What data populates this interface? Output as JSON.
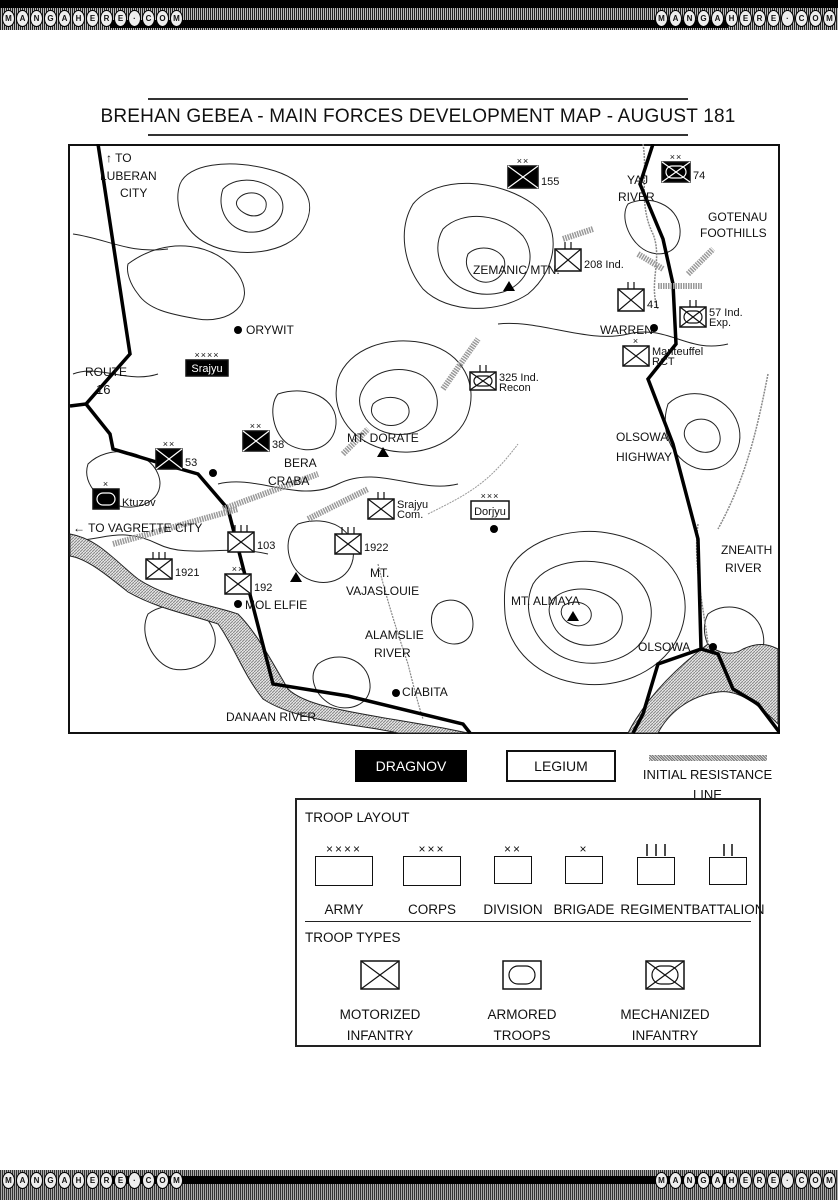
{
  "watermark": {
    "text": "MANGAHERE.COM"
  },
  "title": "BREHAN GEBEA - MAIN FORCES DEVELOPMENT MAP - AUGUST 181",
  "colors": {
    "dragnov": "#000000",
    "legium": "#ffffff",
    "ink": "#111111",
    "river": "#c8c8c8",
    "resistance": "#9a9a9a"
  },
  "map": {
    "place_labels": [
      {
        "id": "to-luberan-1",
        "text": "↑ TO"
      },
      {
        "id": "to-luberan-2",
        "text": "LUBERAN"
      },
      {
        "id": "to-luberan-3",
        "text": "CITY"
      },
      {
        "id": "route16-1",
        "text": "ROUTE"
      },
      {
        "id": "route16-2",
        "text": "16"
      },
      {
        "id": "orywit",
        "text": "ORYWIT"
      },
      {
        "id": "zemanic",
        "text": "ZEMANIC MTN."
      },
      {
        "id": "yaj-1",
        "text": "YAJ"
      },
      {
        "id": "yaj-2",
        "text": "RIVER"
      },
      {
        "id": "gotenau-1",
        "text": "GOTENAU"
      },
      {
        "id": "gotenau-2",
        "text": "FOOTHILLS"
      },
      {
        "id": "warren",
        "text": "WARREN"
      },
      {
        "id": "mt-dorate",
        "text": "MT. DORATE"
      },
      {
        "id": "bera-1",
        "text": "BERA"
      },
      {
        "id": "bera-2",
        "text": "CRABA"
      },
      {
        "id": "olsowa-hw-1",
        "text": "OLSOWA"
      },
      {
        "id": "olsowa-hw-2",
        "text": "HIGHWAY"
      },
      {
        "id": "to-vagrette",
        "text": "← TO VAGRETTE CITY"
      },
      {
        "id": "zneaith-1",
        "text": "ZNEAITH"
      },
      {
        "id": "zneaith-2",
        "text": "RIVER"
      },
      {
        "id": "mt-vaj-1",
        "text": "MT."
      },
      {
        "id": "mt-vaj-2",
        "text": "VAJASLOUIE"
      },
      {
        "id": "mt-almaya",
        "text": "MT. ALMAYA"
      },
      {
        "id": "mol-elfie",
        "text": "MOL ELFIE"
      },
      {
        "id": "alamslie-1",
        "text": "ALAMSLIE"
      },
      {
        "id": "alamslie-2",
        "text": "RIVER"
      },
      {
        "id": "olsowa",
        "text": "OLSOWA"
      },
      {
        "id": "ciabita",
        "text": "CIABITA"
      },
      {
        "id": "danaan",
        "text": "DANAAN RIVER"
      }
    ],
    "units": [
      {
        "id": "u155",
        "side": "dragnov",
        "type": "motorized",
        "echelon": "xx",
        "label": "155"
      },
      {
        "id": "u74",
        "side": "dragnov",
        "type": "mechanized",
        "echelon": "xx",
        "label": "74"
      },
      {
        "id": "u208",
        "side": "legium",
        "type": "motorized",
        "echelon": "ll",
        "label": "208 Ind."
      },
      {
        "id": "u41",
        "side": "legium",
        "type": "motorized",
        "echelon": "ll",
        "label": "41"
      },
      {
        "id": "u57",
        "side": "legium",
        "type": "mechanized",
        "echelon": "ll",
        "label": "57 Ind.",
        "label2": "Exp."
      },
      {
        "id": "umant",
        "side": "legium",
        "type": "motorized",
        "echelon": "x",
        "label": "Manteuffel",
        "label2": "RCT"
      },
      {
        "id": "u325",
        "side": "legium",
        "type": "mechanized",
        "echelon": "ll",
        "label": "325 Ind.",
        "label2": "Recon"
      },
      {
        "id": "usrajyu",
        "side": "dragnov",
        "type": "hq",
        "echelon": "xxxx",
        "label": "Srajyu"
      },
      {
        "id": "u38",
        "side": "dragnov",
        "type": "motorized",
        "echelon": "xx",
        "label": "38"
      },
      {
        "id": "u53",
        "side": "dragnov",
        "type": "motorized",
        "echelon": "xx",
        "label": "53"
      },
      {
        "id": "uktuzov",
        "side": "dragnov",
        "type": "armored",
        "echelon": "x",
        "label": "Ktuzov"
      },
      {
        "id": "usrcom",
        "side": "legium",
        "type": "motorized",
        "echelon": "ll",
        "label": "Srajyu",
        "label2": "Com."
      },
      {
        "id": "udorjyu",
        "side": "legium",
        "type": "hq",
        "echelon": "xxx",
        "label": "Dorjyu"
      },
      {
        "id": "u103",
        "side": "legium",
        "type": "motorized",
        "echelon": "lll",
        "label": "103"
      },
      {
        "id": "u1922",
        "side": "legium",
        "type": "motorized",
        "echelon": "lll",
        "label": "1922"
      },
      {
        "id": "u1921",
        "side": "legium",
        "type": "motorized",
        "echelon": "lll",
        "label": "1921"
      },
      {
        "id": "u192",
        "side": "legium",
        "type": "motorized",
        "echelon": "xx",
        "label": "192"
      }
    ]
  },
  "legend": {
    "dragnov": "DRAGNOV",
    "legium": "LEGIUM",
    "resistance_line_1": "INITIAL RESISTANCE",
    "resistance_line_2": "LINE",
    "troop_layout": {
      "title": "TROOP LAYOUT",
      "items": [
        {
          "mark": "××××",
          "name": "ARMY"
        },
        {
          "mark": "×××",
          "name": "CORPS"
        },
        {
          "mark": "××",
          "name": "DIVISION"
        },
        {
          "mark": "×",
          "name": "BRIGADE"
        },
        {
          "mark": "lll",
          "name": "REGIMENT"
        },
        {
          "mark": "ll",
          "name": "BATTALION"
        }
      ]
    },
    "troop_types": {
      "title": "TROOP TYPES",
      "items": [
        {
          "icon": "motorized-infantry-icon",
          "line1": "MOTORIZED",
          "line2": "INFANTRY"
        },
        {
          "icon": "armored-troops-icon",
          "line1": "ARMORED",
          "line2": "TROOPS"
        },
        {
          "icon": "mechanized-infantry-icon",
          "line1": "MECHANIZED",
          "line2": "INFANTRY"
        }
      ]
    }
  }
}
